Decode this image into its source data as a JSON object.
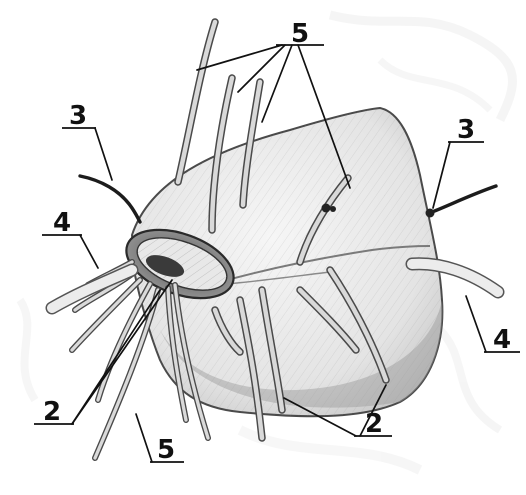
{
  "figure": {
    "labels": [
      {
        "id": "5-top",
        "text": "5"
      },
      {
        "id": "3-left",
        "text": "3"
      },
      {
        "id": "3-right",
        "text": "3"
      },
      {
        "id": "4-left",
        "text": "4"
      },
      {
        "id": "4-right",
        "text": "4"
      },
      {
        "id": "2-left",
        "text": "2"
      },
      {
        "id": "2-right",
        "text": "2"
      },
      {
        "id": "5-bottom",
        "text": "5"
      }
    ]
  }
}
